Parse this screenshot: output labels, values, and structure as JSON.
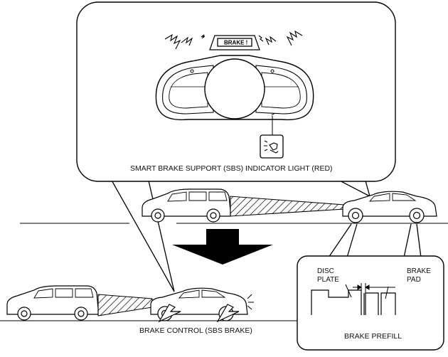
{
  "callout_top": {
    "warning_badge": "BRAKE !",
    "indicator_caption": "SMART BRAKE SUPPORT (SBS) INDICATOR LIGHT (RED)",
    "indicator_icon": "sbs-warning-icon"
  },
  "lower_scene": {
    "caption": "BRAKE CONTROL (SBS BRAKE)"
  },
  "prefill_callout": {
    "disc_plate_label": [
      "DISC",
      "PLATE"
    ],
    "brake_pad_label": [
      "BRAKE",
      "PAD"
    ],
    "caption": "BRAKE PREFILL"
  }
}
